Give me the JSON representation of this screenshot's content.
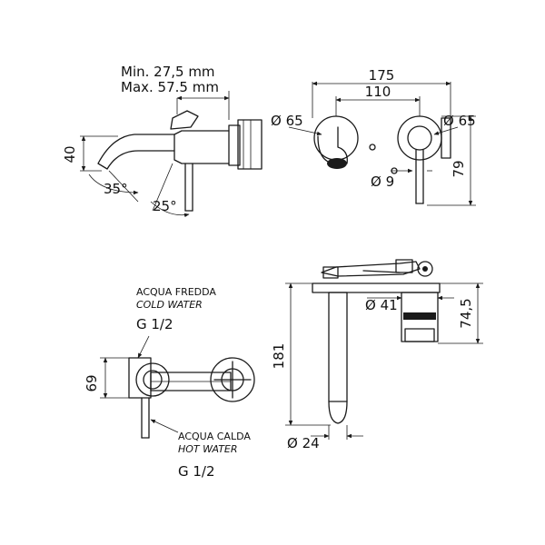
{
  "side_view": {
    "min_label": "Min. 27,5 mm",
    "max_label": "Max. 57.5 mm",
    "height_dim": "40",
    "spout_angle": "35°",
    "lever_angle": "25°"
  },
  "front_view": {
    "width_outer": "175",
    "width_inner": "110",
    "diameter_left": "Ø 65",
    "diameter_right": "Ø 65",
    "diameter_small": "Ø 9",
    "height_dim": "79"
  },
  "top_view": {
    "diameter_body": "Ø 41",
    "height_dim": "74,5",
    "length_dim": "181",
    "diameter_spout": "Ø 24"
  },
  "rear_view": {
    "cold_label": "ACQUA FREDDA",
    "cold_label_en": "COLD WATER",
    "cold_thread": "G 1/2",
    "hot_label": "ACQUA CALDA",
    "hot_label_en": "HOT WATER",
    "hot_thread": "G 1/2",
    "height_dim": "69"
  }
}
